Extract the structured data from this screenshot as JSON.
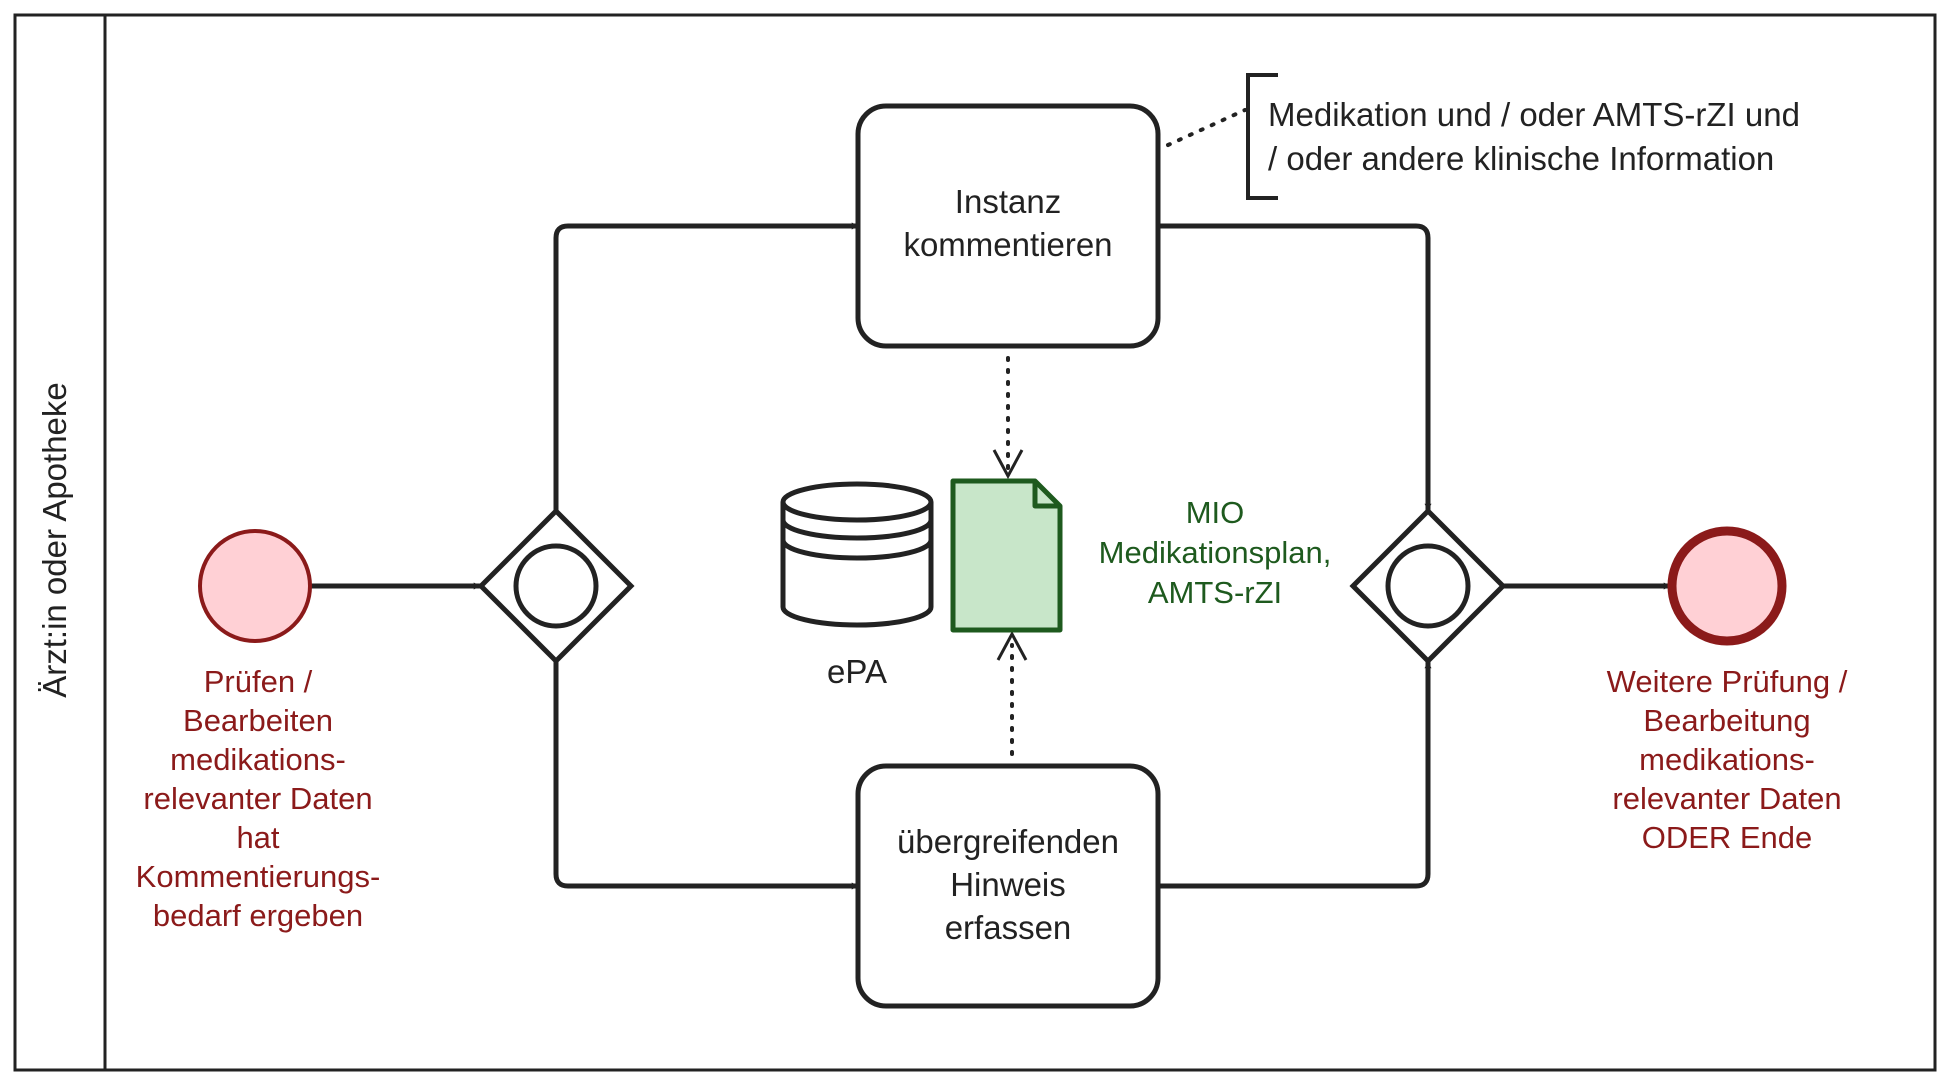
{
  "lane": {
    "label": "Ärzt:in oder Apotheke"
  },
  "start_event": {
    "label_lines": [
      "Prüfen /",
      "Bearbeiten",
      "medikations-",
      "relevanter Daten",
      "hat",
      "Kommentierungs-",
      "bedarf ergeben"
    ]
  },
  "end_event": {
    "label_lines": [
      "Weitere Prüfung /",
      "Bearbeitung",
      "medikations-",
      "relevanter Daten",
      "ODER Ende"
    ]
  },
  "task_comment": {
    "label_lines": [
      "Instanz",
      "kommentieren"
    ]
  },
  "task_note": {
    "label_lines": [
      "übergreifenden",
      "Hinweis",
      "erfassen"
    ]
  },
  "annotation": {
    "label_lines": [
      "Medikation und / oder AMTS-rZI und",
      "/ oder andere klinische Information"
    ]
  },
  "data_store": {
    "label": "ePA"
  },
  "data_object": {
    "label_lines": [
      "MIO",
      "Medikationsplan,",
      "AMTS-rZI"
    ]
  },
  "colors": {
    "stroke": "#222222",
    "event_fill": "#ffd0d5",
    "event_stroke": "#8b1a1a",
    "event_text": "#8b1a1a",
    "doc_fill": "#c8e6c9",
    "doc_stroke": "#1e5a1e",
    "doc_text": "#1e5a1e"
  }
}
